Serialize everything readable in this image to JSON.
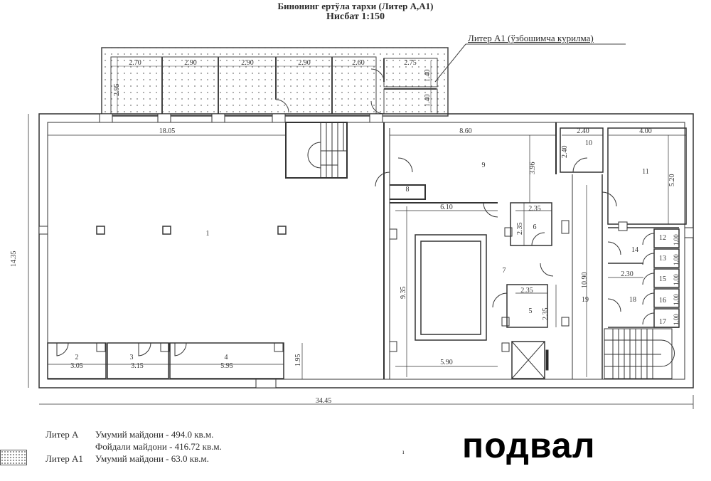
{
  "header": {
    "title": "Бинонинг ертўла тархи (Литер А,А1)",
    "scale": "Нисбат 1:150"
  },
  "annotation": {
    "liter_a1_note": "Литер А1 (ўзбошимча курилма)"
  },
  "dimensions": {
    "annex_widths": [
      "2.70",
      "2.90",
      "2.90",
      "2.90",
      "2.60",
      "2.75"
    ],
    "annex_depth": "2.95",
    "annex_small_1": "1.40",
    "annex_small_2": "1.40",
    "room1_width": "18.05",
    "room9_width": "8.60",
    "room9_depth": "3.96",
    "room10_width": "2.40",
    "room10_depth": "2.40",
    "room11_width": "4.00",
    "room11_depth": "5.20",
    "room7_top": "6.10",
    "room7_bottom": "5.90",
    "room7_depth": "9.35",
    "room6_width": "2.35",
    "room6_depth": "2.35",
    "room5_width": "2.35",
    "room5_depth": "2.35",
    "room19_depth": "10.90",
    "room18_width": "2.30",
    "cubicles": [
      "1.00",
      "1.00",
      "1.00",
      "1.00",
      "1.00"
    ],
    "room2_width": "3.05",
    "room3_width": "3.15",
    "room4_width": "5.95",
    "rooms234_depth": "1.95",
    "total_width": "34.45",
    "total_depth": "14.35"
  },
  "rooms": {
    "r1": "1",
    "r2": "2",
    "r3": "3",
    "r4": "4",
    "r5": "5",
    "r6": "6",
    "r7": "7",
    "r8": "8",
    "r9": "9",
    "r10": "10",
    "r11": "11",
    "r12": "12",
    "r13": "13",
    "r14": "14",
    "r15": "15",
    "r16": "16",
    "r17": "17",
    "r18": "18",
    "r19": "19"
  },
  "legend": {
    "liter_a_label": "Литер А",
    "liter_a_total": "Умумий майдони - 494.0 кв.м.",
    "liter_a_useful": "Фойдали майдони - 416.72 кв.м.",
    "liter_a1_label": "Литер А1",
    "liter_a1_total": "Умумий майдони - 63.0 кв.м."
  },
  "stamp": {
    "text": "подвал"
  },
  "misc": {
    "page_mark": "ı"
  }
}
